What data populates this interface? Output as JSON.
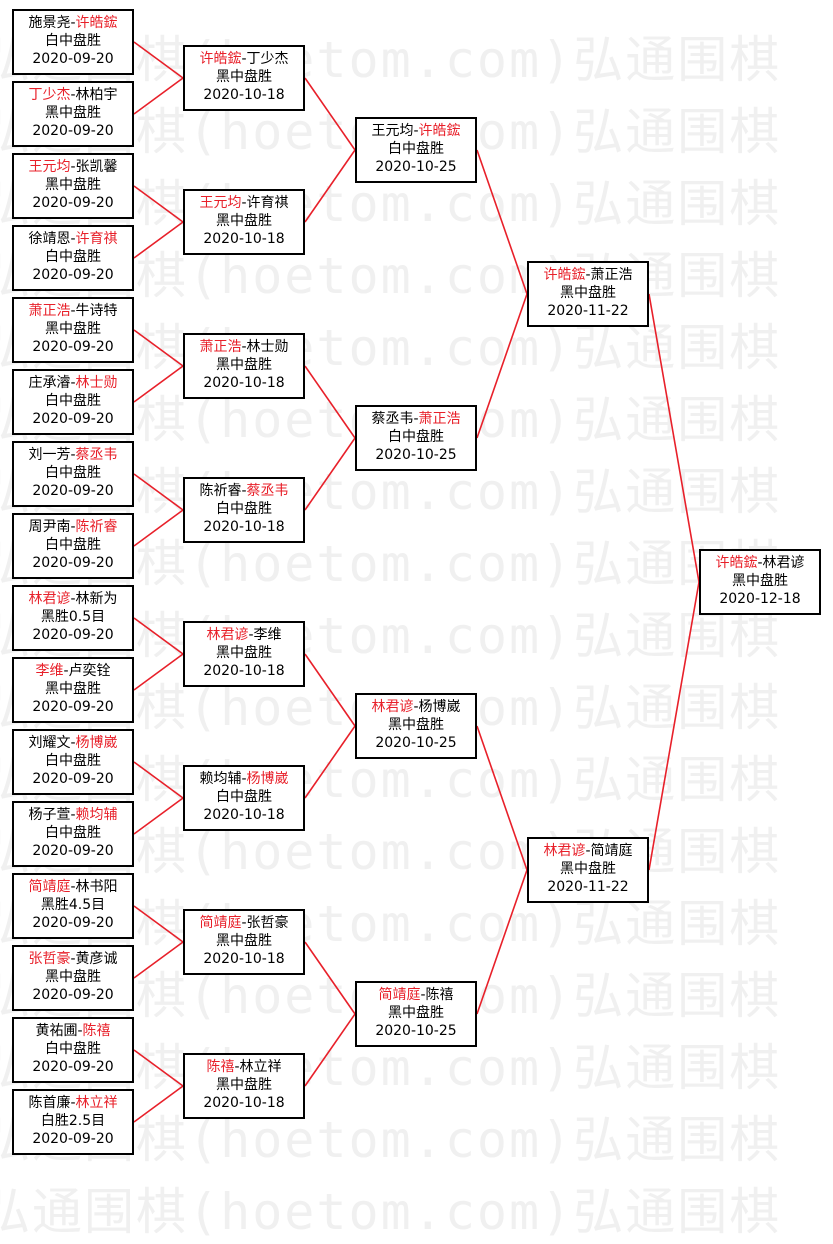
{
  "watermark": "弘通围棋(hoetom.com)弘通围棋",
  "colors": {
    "line": "#e8202a",
    "winner": "#e8202a"
  },
  "rounds": [
    [
      {
        "p1": "施景尧",
        "p2": "许皓鋐",
        "winner": 2,
        "result": "白中盘胜",
        "date": "2020-09-20"
      },
      {
        "p1": "丁少杰",
        "p2": "林柏宇",
        "winner": 1,
        "result": "黑中盘胜",
        "date": "2020-09-20"
      },
      {
        "p1": "王元均",
        "p2": "张凯馨",
        "winner": 1,
        "result": "黑中盘胜",
        "date": "2020-09-20"
      },
      {
        "p1": "徐靖恩",
        "p2": "许育祺",
        "winner": 2,
        "result": "白中盘胜",
        "date": "2020-09-20"
      },
      {
        "p1": "萧正浩",
        "p2": "牛诗特",
        "winner": 1,
        "result": "黑中盘胜",
        "date": "2020-09-20"
      },
      {
        "p1": "庄承濬",
        "p2": "林士勋",
        "winner": 2,
        "result": "白中盘胜",
        "date": "2020-09-20"
      },
      {
        "p1": "刘一芳",
        "p2": "蔡丞韦",
        "winner": 2,
        "result": "白中盘胜",
        "date": "2020-09-20"
      },
      {
        "p1": "周尹南",
        "p2": "陈祈睿",
        "winner": 2,
        "result": "白中盘胜",
        "date": "2020-09-20"
      },
      {
        "p1": "林君谚",
        "p2": "林新为",
        "winner": 1,
        "result": "黑胜0.5目",
        "date": "2020-09-20"
      },
      {
        "p1": "李维",
        "p2": "卢奕铨",
        "winner": 1,
        "result": "黑中盘胜",
        "date": "2020-09-20"
      },
      {
        "p1": "刘耀文",
        "p2": "杨博崴",
        "winner": 2,
        "result": "白中盘胜",
        "date": "2020-09-20"
      },
      {
        "p1": "杨子萱",
        "p2": "赖均辅",
        "winner": 2,
        "result": "白中盘胜",
        "date": "2020-09-20"
      },
      {
        "p1": "简靖庭",
        "p2": "林书阳",
        "winner": 1,
        "result": "黑胜4.5目",
        "date": "2020-09-20"
      },
      {
        "p1": "张哲豪",
        "p2": "黄彦诚",
        "winner": 1,
        "result": "黑中盘胜",
        "date": "2020-09-20"
      },
      {
        "p1": "黄祐圃",
        "p2": "陈禧",
        "winner": 2,
        "result": "白中盘胜",
        "date": "2020-09-20"
      },
      {
        "p1": "陈首廉",
        "p2": "林立祥",
        "winner": 2,
        "result": "白胜2.5目",
        "date": "2020-09-20"
      }
    ],
    [
      {
        "p1": "许皓鋐",
        "p2": "丁少杰",
        "winner": 1,
        "result": "黑中盘胜",
        "date": "2020-10-18"
      },
      {
        "p1": "王元均",
        "p2": "许育祺",
        "winner": 1,
        "result": "黑中盘胜",
        "date": "2020-10-18"
      },
      {
        "p1": "萧正浩",
        "p2": "林士勋",
        "winner": 1,
        "result": "黑中盘胜",
        "date": "2020-10-18"
      },
      {
        "p1": "陈祈睿",
        "p2": "蔡丞韦",
        "winner": 2,
        "result": "白中盘胜",
        "date": "2020-10-18"
      },
      {
        "p1": "林君谚",
        "p2": "李维",
        "winner": 1,
        "result": "黑中盘胜",
        "date": "2020-10-18"
      },
      {
        "p1": "赖均辅",
        "p2": "杨博崴",
        "winner": 2,
        "result": "白中盘胜",
        "date": "2020-10-18"
      },
      {
        "p1": "简靖庭",
        "p2": "张哲豪",
        "winner": 1,
        "result": "黑中盘胜",
        "date": "2020-10-18"
      },
      {
        "p1": "陈禧",
        "p2": "林立祥",
        "winner": 1,
        "result": "黑中盘胜",
        "date": "2020-10-18"
      }
    ],
    [
      {
        "p1": "王元均",
        "p2": "许皓鋐",
        "winner": 2,
        "result": "白中盘胜",
        "date": "2020-10-25"
      },
      {
        "p1": "蔡丞韦",
        "p2": "萧正浩",
        "winner": 2,
        "result": "白中盘胜",
        "date": "2020-10-25"
      },
      {
        "p1": "林君谚",
        "p2": "杨博崴",
        "winner": 1,
        "result": "黑中盘胜",
        "date": "2020-10-25"
      },
      {
        "p1": "简靖庭",
        "p2": "陈禧",
        "winner": 1,
        "result": "黑中盘胜",
        "date": "2020-10-25"
      }
    ],
    [
      {
        "p1": "许皓鋐",
        "p2": "萧正浩",
        "winner": 1,
        "result": "黑中盘胜",
        "date": "2020-11-22"
      },
      {
        "p1": "林君谚",
        "p2": "简靖庭",
        "winner": 1,
        "result": "黑中盘胜",
        "date": "2020-11-22"
      }
    ],
    [
      {
        "p1": "许皓鋐",
        "p2": "林君谚",
        "winner": 1,
        "result": "黑中盘胜",
        "date": "2020-12-18"
      }
    ]
  ]
}
